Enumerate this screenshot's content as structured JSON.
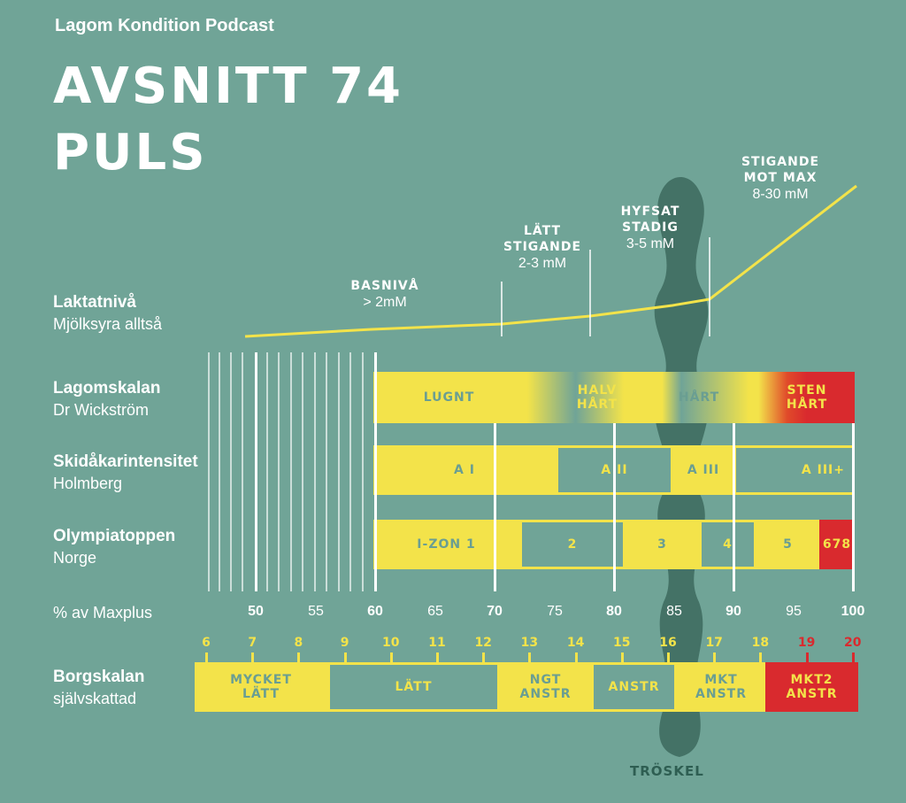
{
  "header": {
    "brand": "Lagom Kondition Podcast",
    "title_line1": "AVSNITT 74",
    "title_line2": "PULS"
  },
  "rows": {
    "laktat": {
      "main": "Laktatnivå",
      "sub": "Mjölksyra alltså"
    },
    "lagom": {
      "main": "Lagomskalan",
      "sub": "Dr Wickström"
    },
    "skid": {
      "main": "Skidåkarintensitet",
      "sub": "Holmberg"
    },
    "olymp": {
      "main": "Olympiatoppen",
      "sub": "Norge"
    },
    "axis": {
      "label": "% av Maxplus"
    },
    "borg": {
      "main": "Borgskalan",
      "sub": "självskattad"
    }
  },
  "lactate_labels": [
    {
      "name": "BASNIVÅ",
      "value": "> 2mM"
    },
    {
      "name_l1": "LÄTT",
      "name_l2": "STIGANDE",
      "value": "2-3 mM"
    },
    {
      "name_l1": "HYFSAT",
      "name_l2": "STADIG",
      "value": "3-5 mM"
    },
    {
      "name_l1": "STIGANDE",
      "name_l2": "MOT MAX",
      "value": "8-30 mM"
    }
  ],
  "lagom_zones": [
    {
      "l1": "LUGNT"
    },
    {
      "l1": "HALV",
      "l2": "HÅRT"
    },
    {
      "l1": "HÅRT"
    },
    {
      "l1": "STEN",
      "l2": "HÅRT"
    }
  ],
  "skid_zones": [
    "A I",
    "A II",
    "A III",
    "A III+"
  ],
  "olymp_zones": [
    "I-ZON 1",
    "2",
    "3",
    "4",
    "5",
    "678"
  ],
  "axis_ticks": [
    "50",
    "55",
    "60",
    "65",
    "70",
    "75",
    "80",
    "85",
    "90",
    "95",
    "100"
  ],
  "borg_numbers": [
    "6",
    "7",
    "8",
    "9",
    "10",
    "11",
    "12",
    "13",
    "14",
    "15",
    "16",
    "17",
    "18",
    "19",
    "20"
  ],
  "borg_zones": [
    {
      "l1": "MYCKET",
      "l2": "LÄTT"
    },
    {
      "l1": "LÄTT"
    },
    {
      "l1": "NGT",
      "l2": "ANSTR"
    },
    {
      "l1": "ANSTR"
    },
    {
      "l1": "MKT",
      "l2": "ANSTR"
    },
    {
      "l1": "MKT2",
      "l2": "ANSTR"
    }
  ],
  "threshold": {
    "label": "TRÖSKEL"
  },
  "colors": {
    "background": "#70a497",
    "yellow": "#f3e34a",
    "red": "#d92a2e",
    "threshold": "#3f6d60"
  }
}
